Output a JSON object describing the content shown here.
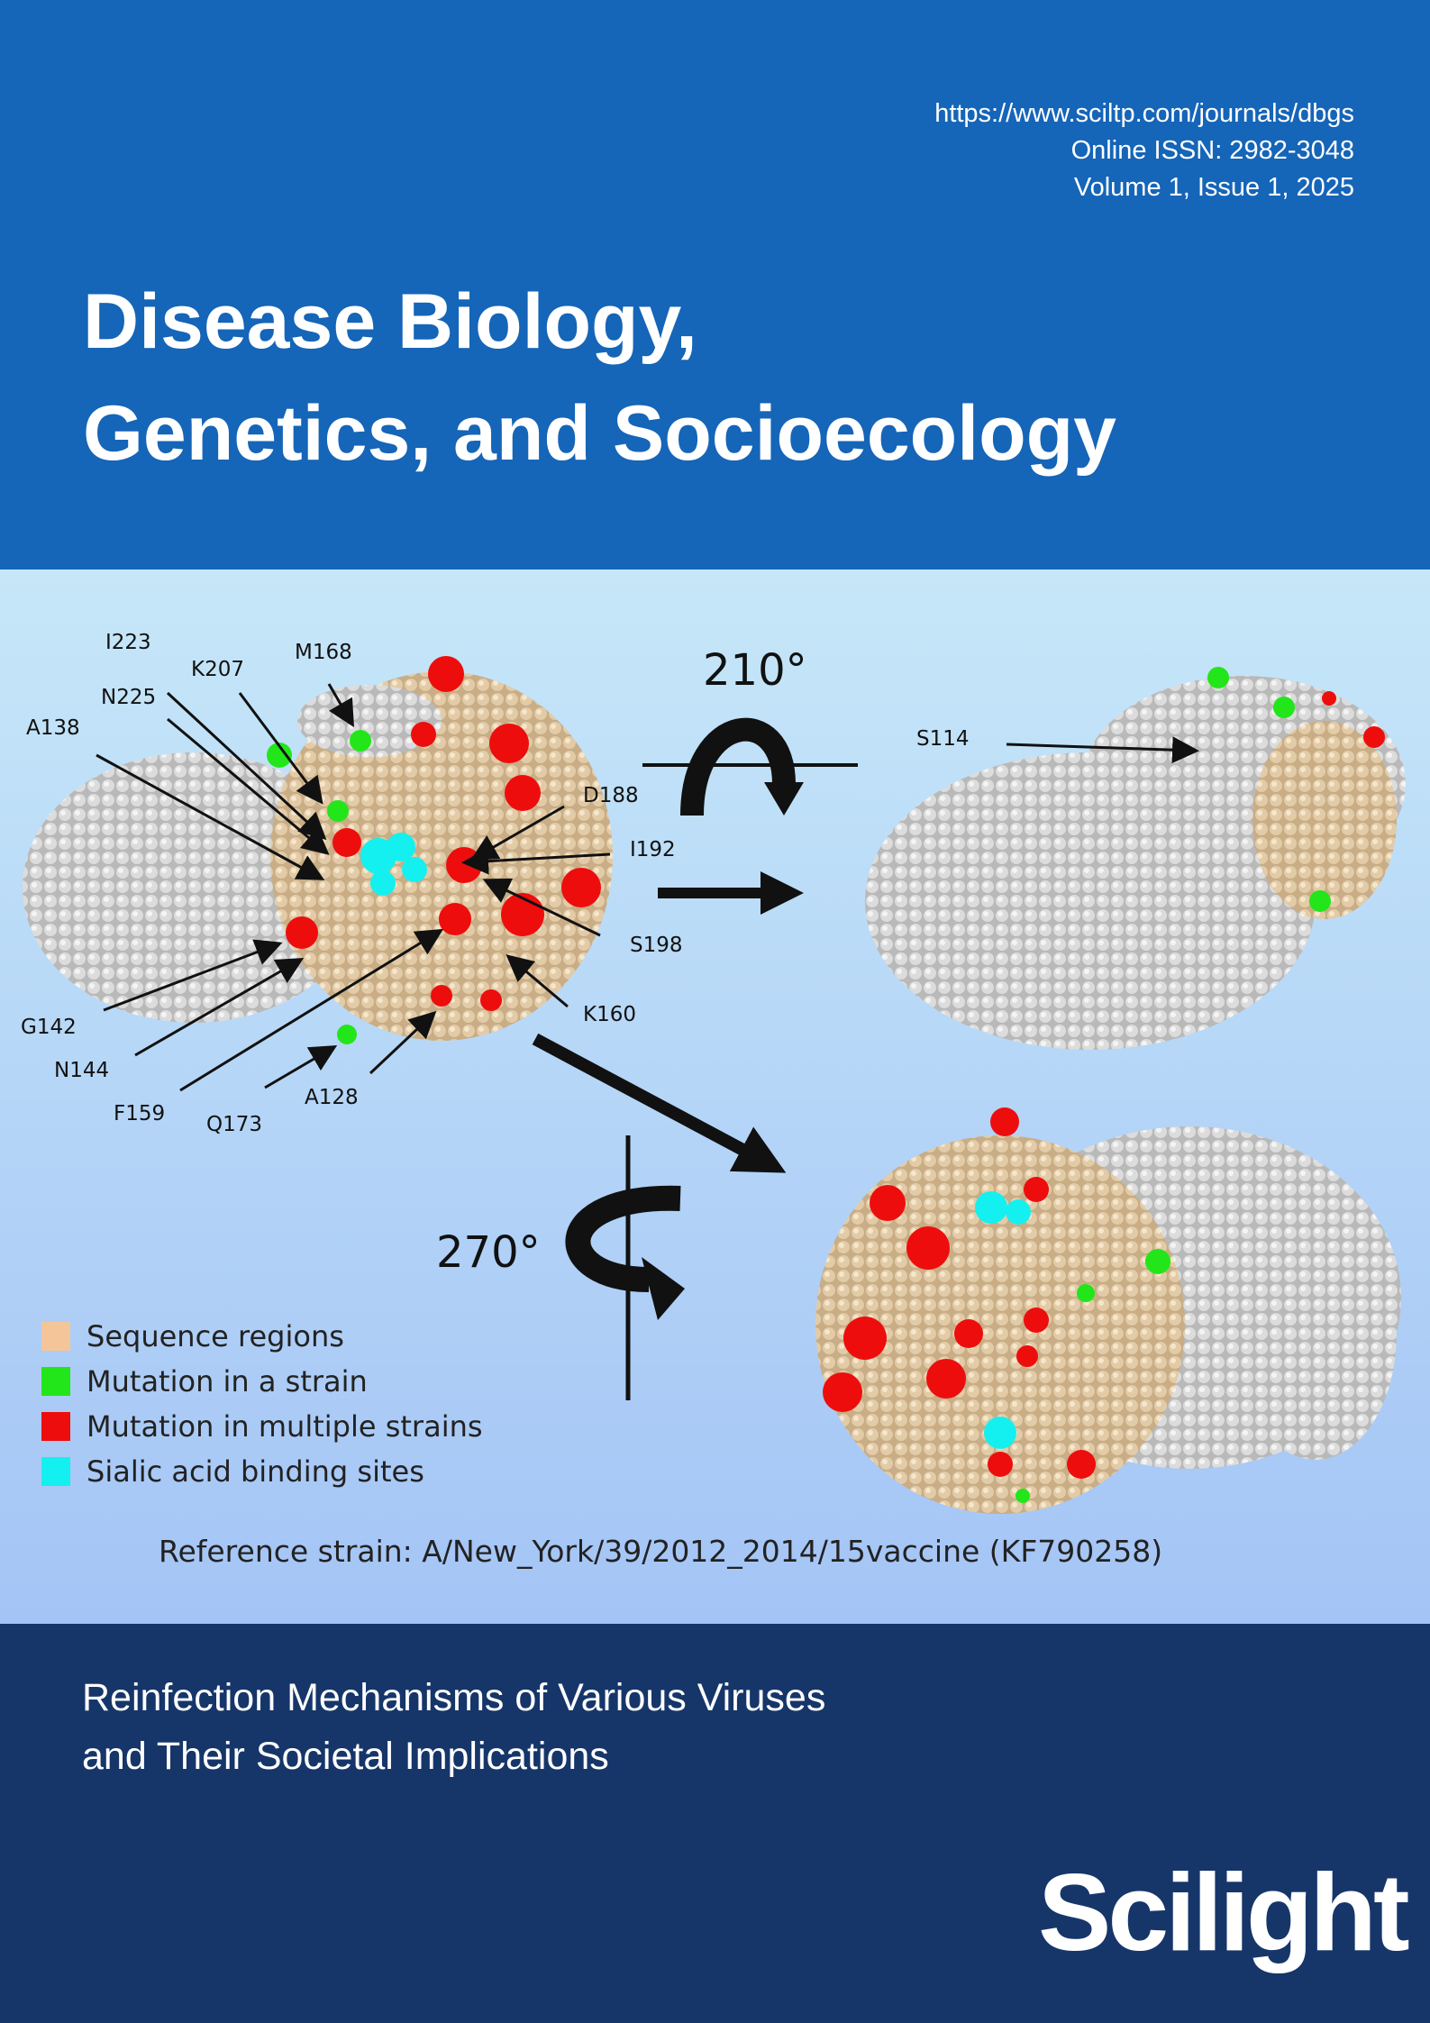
{
  "header": {
    "url": "https://www.sciltp.com/journals/dbgs",
    "issn": "Online ISSN: 2982-3048",
    "volume": "Volume 1, Issue 1, 2025",
    "journal_title_line1": "Disease Biology,",
    "journal_title_line2": "Genetics, and Socioecology"
  },
  "figure": {
    "labels": {
      "I223": "I223",
      "K207": "K207",
      "M168": "M168",
      "N225": "N225",
      "A138": "A138",
      "D188": "D188",
      "I192": "I192",
      "S198": "S198",
      "K160": "K160",
      "G142": "G142",
      "N144": "N144",
      "F159": "F159",
      "Q173": "Q173",
      "A128": "A128",
      "S114": "S114"
    },
    "rotation_1": "210°",
    "rotation_2": "270°",
    "legend": [
      {
        "label": "Sequence regions",
        "color": "#f5c59a"
      },
      {
        "label": "Mutation in a strain",
        "color": "#22e61a"
      },
      {
        "label": "Mutation in multiple strains",
        "color": "#ee0d0d"
      },
      {
        "label": "Sialic acid binding sites",
        "color": "#14f0f0"
      }
    ],
    "reference": "Reference strain: A/New_York/39/2012_2014/15vaccine (KF790258)"
  },
  "article": {
    "title_line1": "Reinfection Mechanisms of Various Viruses",
    "title_line2": "and Their Societal Implications"
  },
  "logo": {
    "text": "Scilight"
  },
  "colors": {
    "top": "#1565b8",
    "bottom": "#16366a"
  }
}
